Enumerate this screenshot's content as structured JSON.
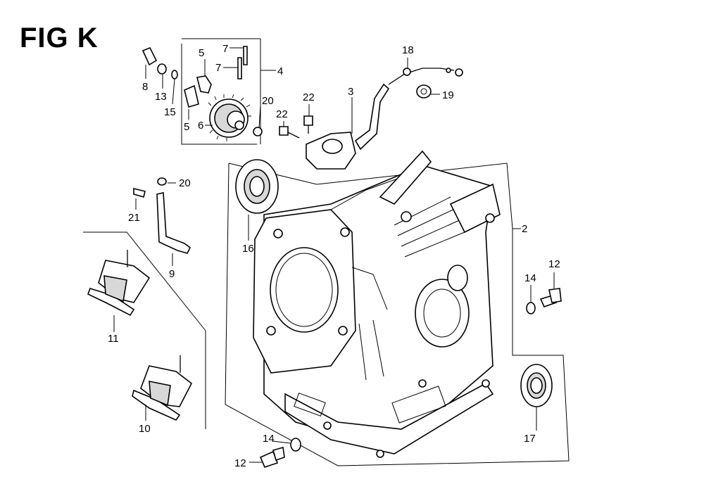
{
  "figure": {
    "title": "FIG K"
  },
  "callouts": {
    "c2": "2",
    "c3": "3",
    "c4": "4",
    "c5a": "5",
    "c5b": "5",
    "c6": "6",
    "c7a": "7",
    "c7b": "7",
    "c8": "8",
    "c9": "9",
    "c10": "10",
    "c11": "11",
    "c12a": "12",
    "c12b": "12",
    "c13": "13",
    "c14a": "14",
    "c14b": "14",
    "c15": "15",
    "c16": "16",
    "c17": "17",
    "c18": "18",
    "c19": "19",
    "c20a": "20",
    "c20b": "20",
    "c21": "21",
    "c22a": "22",
    "c22b": "22"
  }
}
